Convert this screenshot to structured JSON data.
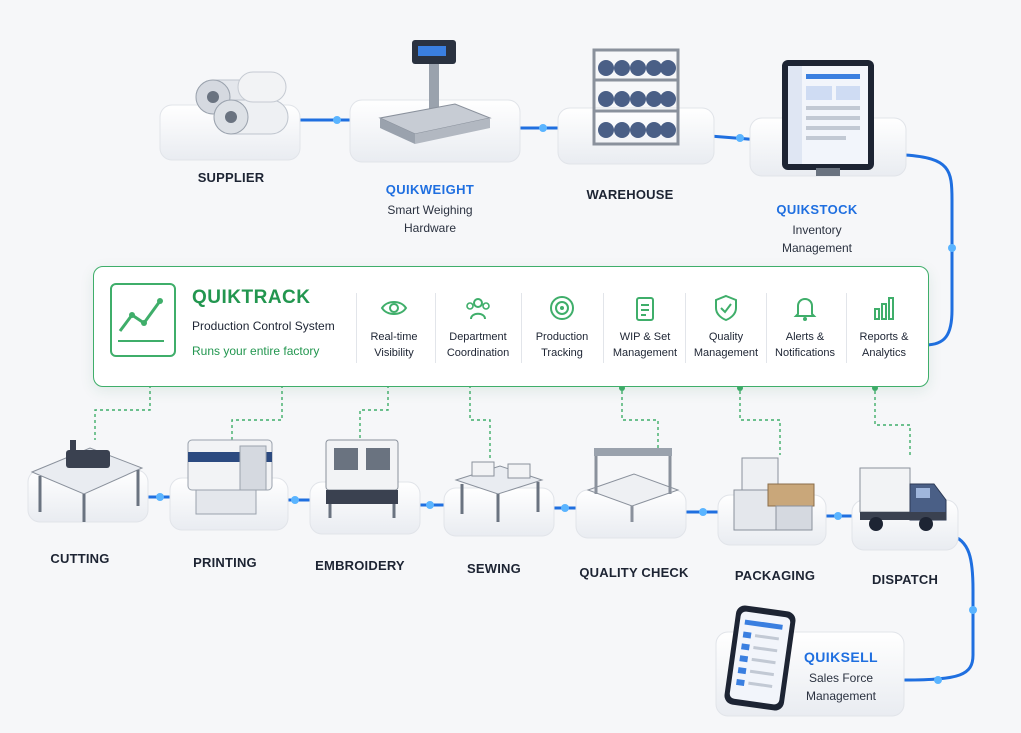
{
  "colors": {
    "flow_blue": "#1f6fe0",
    "track_green": "#22964f",
    "panel_border": "#3fae6a"
  },
  "top_flow": {
    "supplier": {
      "label": "SUPPLIER",
      "icon": "fabric-rolls-icon"
    },
    "quikweight": {
      "brand": "QUIKWEIGHT",
      "line1": "Smart Weighing",
      "line2": "Hardware",
      "icon": "weighing-scale-icon"
    },
    "warehouse": {
      "label": "WAREHOUSE",
      "icon": "storage-rack-icon"
    },
    "quikstock": {
      "brand": "QUIKSTOCK",
      "line1": "Inventory",
      "line2": "Management",
      "icon": "monitor-icon"
    }
  },
  "quiktrack": {
    "title": "QUIKTRACK",
    "subtitle": "Production Control System",
    "tagline": "Runs your entire factory",
    "features": [
      {
        "line1": "Real-time",
        "line2": "Visibility",
        "icon": "eye-icon"
      },
      {
        "line1": "Department",
        "line2": "Coordination",
        "icon": "team-icon"
      },
      {
        "line1": "Production",
        "line2": "Tracking",
        "icon": "target-icon"
      },
      {
        "line1": "WIP & Set",
        "line2": "Management",
        "icon": "clipboard-icon"
      },
      {
        "line1": "Quality",
        "line2": "Management",
        "icon": "shield-check-icon"
      },
      {
        "line1": "Alerts &",
        "line2": "Notifications",
        "icon": "bell-icon"
      },
      {
        "line1": "Reports &",
        "line2": "Analytics",
        "icon": "bar-chart-icon"
      }
    ]
  },
  "bottom_flow": [
    {
      "label": "CUTTING",
      "icon": "cutting-table-icon"
    },
    {
      "label": "PRINTING",
      "icon": "printer-icon"
    },
    {
      "label": "EMBROIDERY",
      "icon": "embroidery-machine-icon"
    },
    {
      "label": "SEWING",
      "icon": "sewing-machine-icon"
    },
    {
      "label": "QUALITY CHECK",
      "icon": "inspection-table-icon"
    },
    {
      "label": "PACKAGING",
      "icon": "boxes-icon"
    },
    {
      "label": "DISPATCH",
      "icon": "truck-icon"
    }
  ],
  "quiksell": {
    "brand": "QUIKSELL",
    "line1": "Sales Force",
    "line2": "Management",
    "icon": "smartphone-icon"
  }
}
